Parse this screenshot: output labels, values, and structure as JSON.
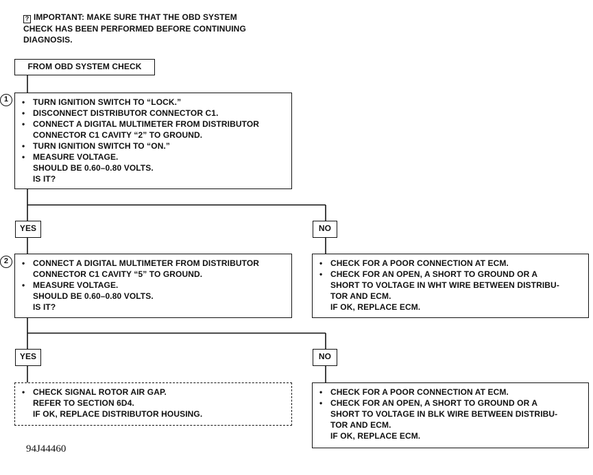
{
  "important": {
    "icon": "info-icon",
    "lines": [
      "IMPORTANT:  MAKE SURE THAT THE OBD SYSTEM",
      "CHECK HAS BEEN PERFORMED BEFORE CONTINUING",
      "DIAGNOSIS."
    ]
  },
  "start": {
    "label": "FROM OBD SYSTEM CHECK"
  },
  "step1": {
    "number": "1",
    "bullets": [
      "TURN IGNITION SWITCH TO “LOCK.”",
      "DISCONNECT DISTRIBUTOR CONNECTOR C1.",
      "CONNECT A DIGITAL MULTIMETER FROM DISTRIBUTOR",
      "TURN IGNITION SWITCH TO “ON.”",
      "MEASURE VOLTAGE."
    ],
    "bullet3_cont": "CONNECTOR C1 CAVITY “2” TO GROUND.",
    "cont": [
      "SHOULD BE 0.60–0.80 VOLTS.",
      "IS IT?"
    ]
  },
  "branch1": {
    "yes": "YES",
    "no": "NO"
  },
  "step2": {
    "number": "2",
    "bullets": [
      "CONNECT A DIGITAL MULTIMETER FROM DISTRIBUTOR",
      "MEASURE VOLTAGE."
    ],
    "bullet1_cont": "CONNECTOR C1 CAVITY “5” TO GROUND.",
    "cont": [
      "SHOULD BE 0.60–0.80 VOLTS.",
      "IS IT?"
    ]
  },
  "no1": {
    "bullets": [
      "CHECK FOR A POOR CONNECTION AT ECM.",
      "CHECK FOR AN OPEN, A SHORT TO GROUND OR A"
    ],
    "bullet2_cont": [
      "SHORT TO VOLTAGE IN WHT WIRE BETWEEN DISTRIBU-",
      "TOR AND ECM."
    ],
    "tail": "IF OK, REPLACE ECM."
  },
  "branch2": {
    "yes": "YES",
    "no": "NO"
  },
  "yes2": {
    "bullets": [
      "CHECK SIGNAL ROTOR AIR GAP."
    ],
    "cont": [
      "REFER TO SECTION 6D4.",
      "IF OK, REPLACE DISTRIBUTOR HOUSING."
    ]
  },
  "no2": {
    "bullets": [
      "CHECK FOR A POOR CONNECTION AT ECM.",
      "CHECK FOR AN OPEN, A SHORT TO GROUND OR A"
    ],
    "bullet2_cont": [
      "SHORT TO VOLTAGE IN BLK WIRE BETWEEN DISTRIBU-",
      "TOR AND ECM."
    ],
    "tail": "IF OK, REPLACE ECM."
  },
  "figure_code": "94J44460"
}
